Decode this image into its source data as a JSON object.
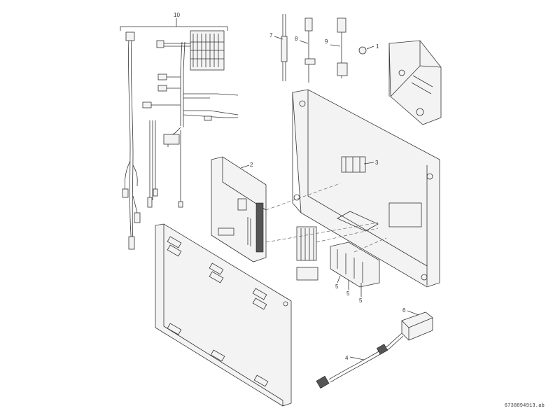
{
  "diagram": {
    "callouts": {
      "c1": "1",
      "c2": "2",
      "c3": "3",
      "c4": "4",
      "c5a": "5",
      "c5b": "5",
      "c5c": "5",
      "c6": "6",
      "c7": "7",
      "c8": "8",
      "c9": "9",
      "c10": "10"
    },
    "document_id": "6738894913.ab"
  }
}
